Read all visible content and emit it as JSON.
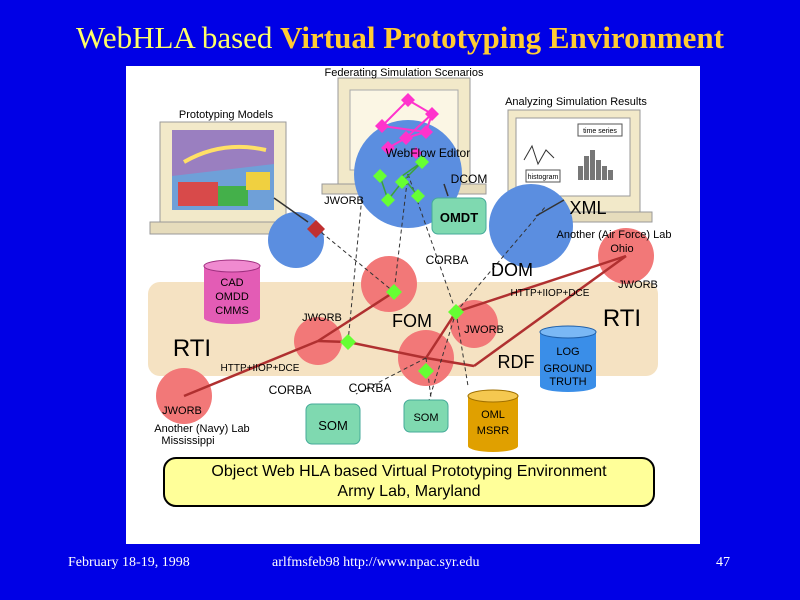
{
  "slide": {
    "title_prefix": "WebHLA based",
    "title_accent": "Virtual Prototyping Environment",
    "footer_date": "February 18-19, 1998",
    "footer_center": "arlfmsfeb98   http://www.npac.syr.edu",
    "page_number": "47"
  },
  "diagram": {
    "federating_label": "Federating Simulation Scenarios",
    "prototyping_label": "Prototyping Models",
    "analyzing_label": "Analyzing Simulation Results",
    "webflow_label": "WebFlow Editor",
    "chart_label_1": "time series",
    "chart_label_2": "histogram",
    "jworb_top": "JWORB",
    "dcom": "DCOM",
    "omdt": "OMDT",
    "xml": "XML",
    "airforce_lab": "Another (Air Force) Lab",
    "ohio": "Ohio",
    "jworb_ohio": "JWORB",
    "corba_mid": "CORBA",
    "dom": "DOM",
    "http_right": "HTTP+IIOP+DCE",
    "cad_lines": [
      "CAD",
      "OMDD",
      "CMMS"
    ],
    "jworb_left": "JWORB",
    "fom": "FOM",
    "jworb_center": "JWORB",
    "rti_left": "RTI",
    "rti_right": "RTI",
    "log_lines": [
      "LOG",
      "GROUND",
      "TRUTH"
    ],
    "rdf": "RDF",
    "http_left": "HTTP+IIOP+DCE",
    "corba_left": "CORBA",
    "corba_center": "CORBA",
    "jworb_navy": "JWORB",
    "navy_lab": "Another (Navy) Lab",
    "mississippi": "Mississippi",
    "som_left": "SOM",
    "som_mid": "SOM",
    "oml": "OML",
    "msrr": "MSRR",
    "banner_line1": "Object Web HLA based Virtual Prototyping Environment",
    "banner_line2": "Army Lab, Maryland",
    "colors": {
      "background": "#0000e6",
      "title": "#ffff66",
      "title_accent": "#ffcc33",
      "rti_band": "#f5e2c2",
      "monitor": "#f2e9c9",
      "blue_node": "#5b8ee0",
      "red_node": "#f27878",
      "green_box": "#7fd9b0",
      "lime_dot": "#66ff33",
      "magenta": "#ff33cc",
      "link_line": "#b03030",
      "db_magenta": "#e35cb5",
      "db_blue": "#3a8ee8",
      "db_gold": "#e0a000",
      "banner": "#ffff99"
    }
  }
}
